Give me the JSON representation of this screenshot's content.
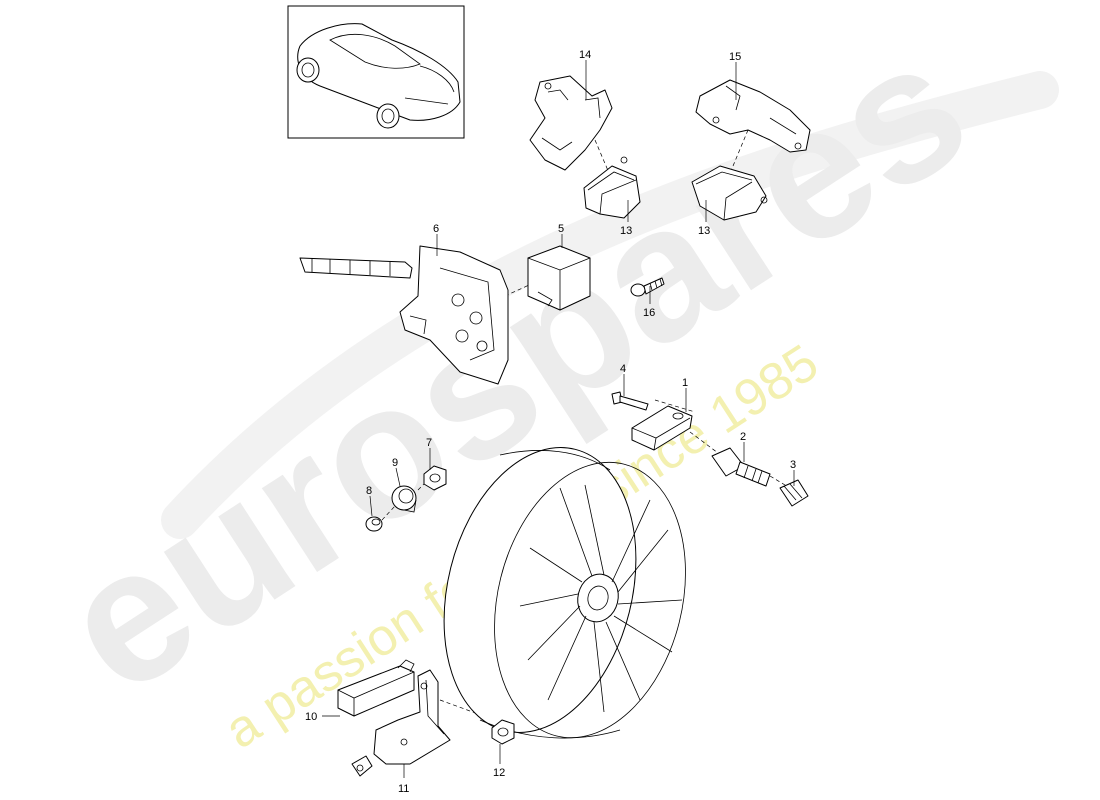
{
  "watermark": {
    "brand": "eurospares",
    "tagline": "a passion for parts since 1985"
  },
  "thumbnail": {
    "icon": "car-rear-three-quarter-icon"
  },
  "callouts": {
    "p1": "1",
    "p2": "2",
    "p3": "3",
    "p4": "4",
    "p5": "5",
    "p6": "6",
    "p7": "7",
    "p8": "8",
    "p9": "9",
    "p10": "10",
    "p11": "11",
    "p12": "12",
    "p13a": "13",
    "p13b": "13",
    "p14": "14",
    "p15": "15",
    "p16": "16"
  },
  "colors": {
    "line": "#000000",
    "watermark_brand": "#ececec",
    "watermark_tagline": "#f3f0b0"
  }
}
